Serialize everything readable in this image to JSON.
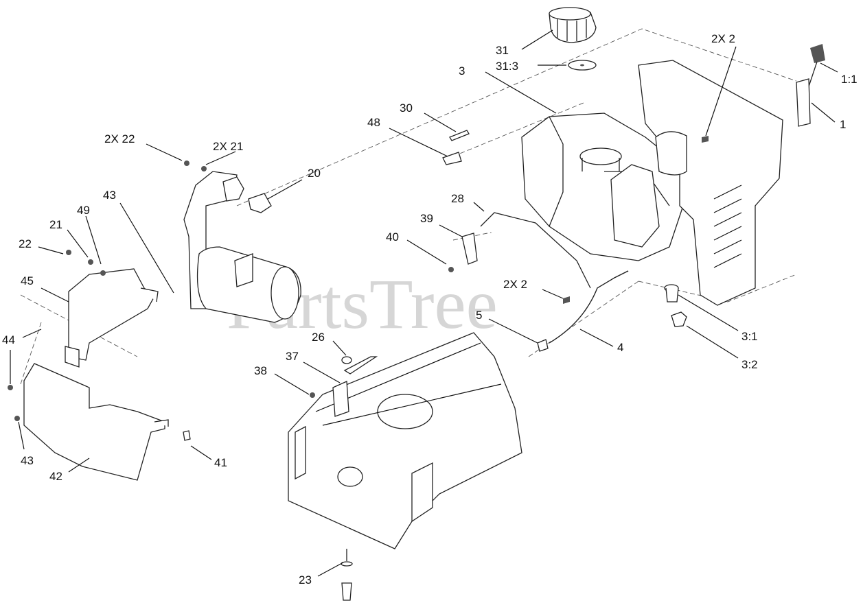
{
  "watermark": "PartsTree",
  "callouts": [
    {
      "id": "c-31",
      "text": "31"
    },
    {
      "id": "c-31-3",
      "text": "31:3"
    },
    {
      "id": "c-3",
      "text": "3"
    },
    {
      "id": "c-2x2-top",
      "text": "2X  2"
    },
    {
      "id": "c-1-1",
      "text": "1:1"
    },
    {
      "id": "c-1",
      "text": "1"
    },
    {
      "id": "c-30",
      "text": "30"
    },
    {
      "id": "c-48",
      "text": "48"
    },
    {
      "id": "c-2x22",
      "text": "2X  22"
    },
    {
      "id": "c-2x21",
      "text": "2X  21"
    },
    {
      "id": "c-20",
      "text": "20"
    },
    {
      "id": "c-43-top",
      "text": "43"
    },
    {
      "id": "c-49",
      "text": "49"
    },
    {
      "id": "c-21",
      "text": "21"
    },
    {
      "id": "c-22",
      "text": "22"
    },
    {
      "id": "c-45",
      "text": "45"
    },
    {
      "id": "c-28",
      "text": "28"
    },
    {
      "id": "c-39",
      "text": "39"
    },
    {
      "id": "c-40",
      "text": "40"
    },
    {
      "id": "c-2x2-mid",
      "text": "2X  2"
    },
    {
      "id": "c-5",
      "text": "5"
    },
    {
      "id": "c-4",
      "text": "4"
    },
    {
      "id": "c-3-1",
      "text": "3:1"
    },
    {
      "id": "c-3-2",
      "text": "3:2"
    },
    {
      "id": "c-44",
      "text": "44"
    },
    {
      "id": "c-26",
      "text": "26"
    },
    {
      "id": "c-37",
      "text": "37"
    },
    {
      "id": "c-38",
      "text": "38"
    },
    {
      "id": "c-43-bottom",
      "text": "43"
    },
    {
      "id": "c-41",
      "text": "41"
    },
    {
      "id": "c-42",
      "text": "42"
    },
    {
      "id": "c-23",
      "text": "23"
    }
  ]
}
